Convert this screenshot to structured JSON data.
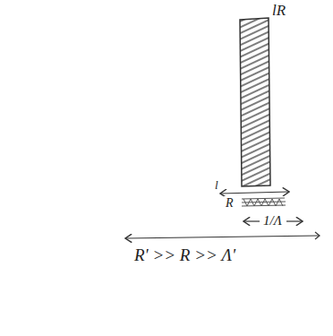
{
  "diagram": {
    "labels": [
      "lR",
      "l",
      "R",
      "1/Λ",
      "R' >> R >> Λ'"
    ]
  }
}
